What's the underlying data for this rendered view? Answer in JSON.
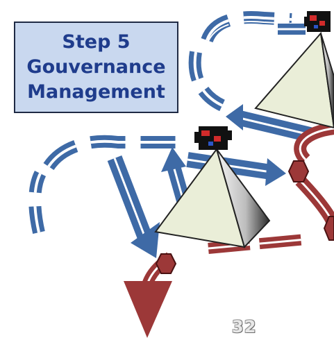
{
  "step_box": {
    "line1": "Step 5",
    "line2": "Gouvernance",
    "line3": "Management"
  },
  "page_number": "32",
  "colors": {
    "blue_arrow": "#3e6aa6",
    "red_arrow": "#9c3838",
    "pyramid_light": "#eaeed8",
    "box_fill": "#c9d8ef",
    "box_text": "#1f3c8c"
  }
}
